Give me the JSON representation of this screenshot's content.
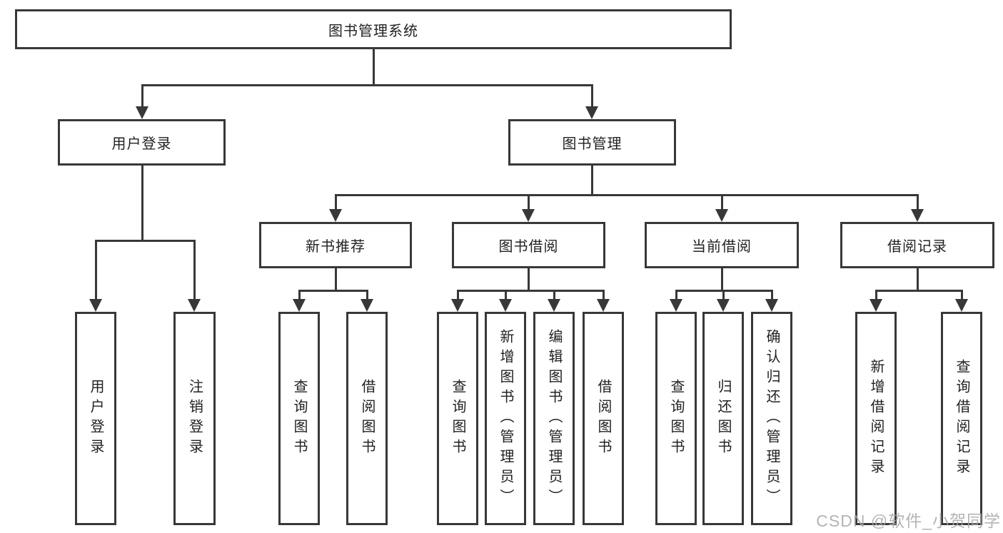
{
  "diagram": {
    "root_label": "图书管理系统",
    "branches": [
      {
        "label": "用户登录",
        "children": [
          {
            "label": "用户登录"
          },
          {
            "label": "注销登录"
          }
        ]
      },
      {
        "label": "图书管理",
        "children": [
          {
            "label": "新书推荐",
            "children": [
              {
                "label": "查询图书"
              },
              {
                "label": "借阅图书"
              }
            ]
          },
          {
            "label": "图书借阅",
            "children": [
              {
                "label": "查询图书"
              },
              {
                "label": "新增图书（管理员）"
              },
              {
                "label": "编辑图书（管理员）"
              },
              {
                "label": "借阅图书"
              }
            ]
          },
          {
            "label": "当前借阅",
            "children": [
              {
                "label": "查询图书"
              },
              {
                "label": "归还图书"
              },
              {
                "label": "确认归还（管理员）"
              }
            ]
          },
          {
            "label": "借阅记录",
            "children": [
              {
                "label": "新增借阅记录"
              },
              {
                "label": "查询借阅记录"
              }
            ]
          }
        ]
      }
    ],
    "watermark": "CSDN @软件_小贺同学",
    "colors": {
      "line": "#383838",
      "text": "#222222",
      "watermark": "#a8a8a8",
      "background": "#ffffff"
    }
  }
}
